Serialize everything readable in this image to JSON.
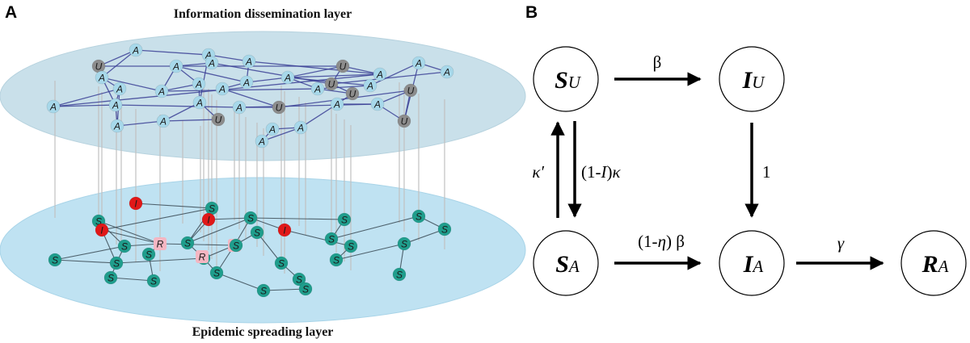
{
  "panel_a": {
    "label": "A",
    "top_layer_title": "Information dissemination layer",
    "bottom_layer_title": "Epidemic spreading layer",
    "colors": {
      "top_layer": "#c9e0ea",
      "bottom_layer": "#bfe2f2",
      "aware": "#a7d8ea",
      "unaware": "#8c8c8c",
      "susceptible": "#1f9d8c",
      "infected": "#e01818",
      "recovered": "#f4b6c2",
      "info_edge": "#3b3f95",
      "epi_edge": "#3a4a55",
      "interlayer_edge": "#c0c0c0"
    },
    "top_nodes": [
      {
        "id": "a1",
        "label": "A"
      },
      {
        "id": "a2",
        "label": "A"
      },
      {
        "id": "a3",
        "label": "A"
      },
      {
        "id": "a4",
        "label": "A"
      },
      {
        "id": "u1",
        "label": "U"
      },
      {
        "id": "a5",
        "label": "A"
      },
      {
        "id": "a6",
        "label": "A"
      },
      {
        "id": "a7",
        "label": "A"
      },
      {
        "id": "a8",
        "label": "A"
      },
      {
        "id": "a9",
        "label": "A"
      },
      {
        "id": "a10",
        "label": "A"
      },
      {
        "id": "a11",
        "label": "A"
      },
      {
        "id": "a12",
        "label": "A"
      },
      {
        "id": "u2",
        "label": "U"
      },
      {
        "id": "u3",
        "label": "U"
      },
      {
        "id": "a13",
        "label": "A"
      },
      {
        "id": "u4",
        "label": "U"
      },
      {
        "id": "a14",
        "label": "A"
      },
      {
        "id": "a15",
        "label": "A"
      },
      {
        "id": "a16",
        "label": "A"
      },
      {
        "id": "a17",
        "label": "A"
      },
      {
        "id": "a18",
        "label": "A"
      },
      {
        "id": "a19",
        "label": "A"
      },
      {
        "id": "u5",
        "label": "U"
      },
      {
        "id": "a20",
        "label": "A"
      },
      {
        "id": "a21",
        "label": "A"
      },
      {
        "id": "a22",
        "label": "A"
      },
      {
        "id": "u6",
        "label": "U"
      },
      {
        "id": "a23",
        "label": "A"
      },
      {
        "id": "a24",
        "label": "A"
      },
      {
        "id": "u7",
        "label": "U"
      },
      {
        "id": "a25",
        "label": "A"
      },
      {
        "id": "u8",
        "label": "U"
      },
      {
        "id": "a26",
        "label": "A"
      },
      {
        "id": "a27",
        "label": "A"
      },
      {
        "id": "a28",
        "label": "A"
      }
    ],
    "bottom_nodes": [
      {
        "id": "i1",
        "label": "I"
      },
      {
        "id": "s1",
        "label": "S"
      },
      {
        "id": "s2",
        "label": "S"
      },
      {
        "id": "i2",
        "label": "I"
      },
      {
        "id": "i3",
        "label": "I"
      },
      {
        "id": "s3",
        "label": "S"
      },
      {
        "id": "i4",
        "label": "I"
      },
      {
        "id": "s4",
        "label": "S"
      },
      {
        "id": "s5",
        "label": "S"
      },
      {
        "id": "s6",
        "label": "S"
      },
      {
        "id": "s7",
        "label": "S"
      },
      {
        "id": "s8",
        "label": "S"
      },
      {
        "id": "r1",
        "label": "R"
      },
      {
        "id": "s9",
        "label": "S"
      },
      {
        "id": "r2",
        "label": "R"
      },
      {
        "id": "s10",
        "label": "S"
      },
      {
        "id": "s11",
        "label": "S"
      },
      {
        "id": "s12",
        "label": "S"
      },
      {
        "id": "s13",
        "label": "S"
      },
      {
        "id": "s14",
        "label": "S"
      },
      {
        "id": "s15",
        "label": "S"
      },
      {
        "id": "s16",
        "label": "S"
      },
      {
        "id": "r3",
        "label": "R"
      },
      {
        "id": "s17",
        "label": "S"
      },
      {
        "id": "s18",
        "label": "S"
      },
      {
        "id": "s19",
        "label": "S"
      },
      {
        "id": "s20",
        "label": "S"
      },
      {
        "id": "s21",
        "label": "S"
      },
      {
        "id": "s22",
        "label": "S"
      },
      {
        "id": "s23",
        "label": "S"
      },
      {
        "id": "s24",
        "label": "S"
      },
      {
        "id": "s25",
        "label": "S"
      },
      {
        "id": "s26",
        "label": "S"
      }
    ]
  },
  "panel_b": {
    "label": "B",
    "states": [
      {
        "id": "su",
        "main": "S",
        "sub": "U"
      },
      {
        "id": "iu",
        "main": "I",
        "sub": "U"
      },
      {
        "id": "sa",
        "main": "S",
        "sub": "A"
      },
      {
        "id": "ia",
        "main": "I",
        "sub": "A"
      },
      {
        "id": "ra",
        "main": "R",
        "sub": "A"
      }
    ],
    "transitions": [
      {
        "id": "su-iu",
        "rate": "β"
      },
      {
        "id": "iu-ia",
        "rate": "1"
      },
      {
        "id": "sa-su",
        "rate": "κ′"
      },
      {
        "id": "su-sa",
        "rate_parts": [
          "(1-",
          "I",
          ")",
          "κ"
        ]
      },
      {
        "id": "sa-ia",
        "rate_parts": [
          "(1-",
          "η",
          ") β"
        ]
      },
      {
        "id": "ia-ra",
        "rate": "γ"
      }
    ]
  }
}
